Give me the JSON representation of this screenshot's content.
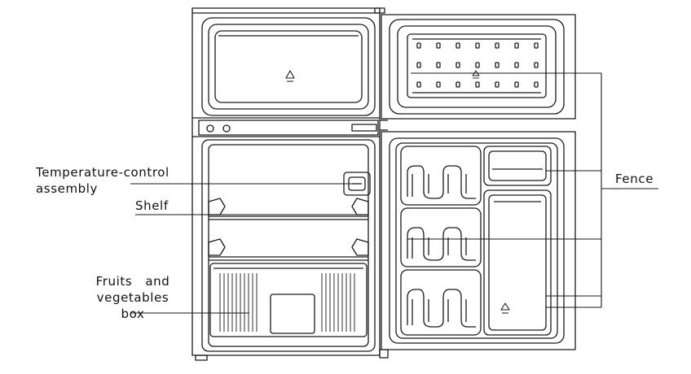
{
  "labels": {
    "temperature_control": [
      "Temperature-control",
      "assembly"
    ],
    "shelf": "Shelf",
    "fruits_box": [
      "Fruits   and",
      "vegetables",
      "box"
    ],
    "fence": "Fence"
  },
  "colors": {
    "line": "#1a1a1a",
    "background": "#ffffff"
  },
  "icons": [
    "recycle-icon"
  ]
}
